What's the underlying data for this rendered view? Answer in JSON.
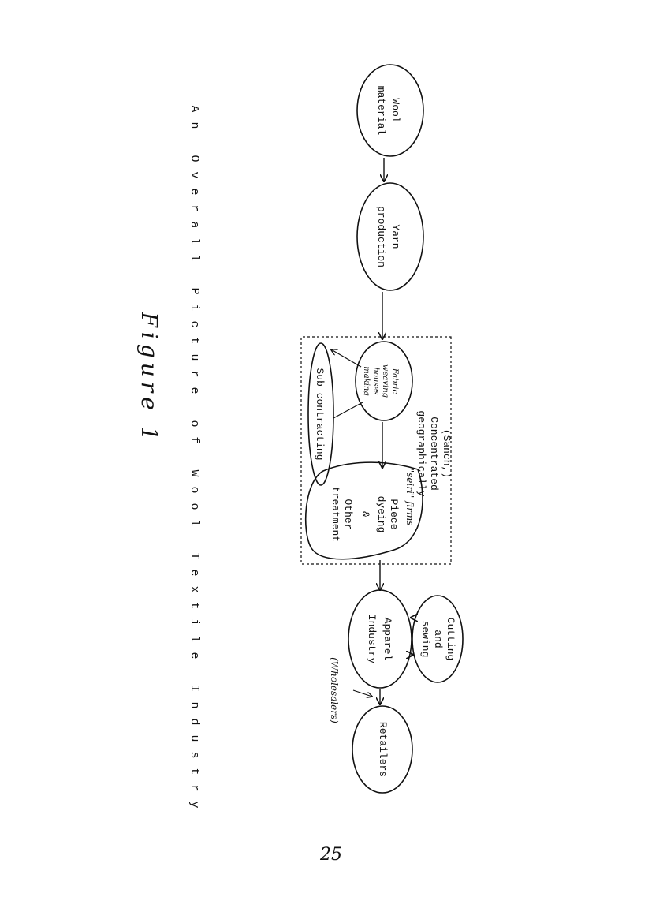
{
  "figure": {
    "caption": "An Overall Picture of Wool Textile Industry",
    "label": "Figure 1",
    "page_number": "25"
  },
  "diagram": {
    "nodes": {
      "wool": [
        "Wool",
        "material"
      ],
      "yarn": [
        "Yarn",
        "production"
      ],
      "weaving": [
        "Fabric",
        "weaving",
        "houses",
        "making"
      ],
      "subcontracting": "Sub contracting",
      "piece": {
        "note": "\"seiri\" firms",
        "lines": [
          "Piece",
          "dyeing",
          "&",
          "Other",
          "treatment"
        ]
      },
      "apparel": [
        "Apparel",
        "Industry"
      ],
      "cutting": [
        "Cutting",
        "and",
        "sewing"
      ],
      "retailers": "Retailers"
    },
    "region_note": [
      "(Sanch,)",
      "Concentrated",
      "geographically"
    ],
    "wholesalers_note": "(Wholesalers)"
  }
}
